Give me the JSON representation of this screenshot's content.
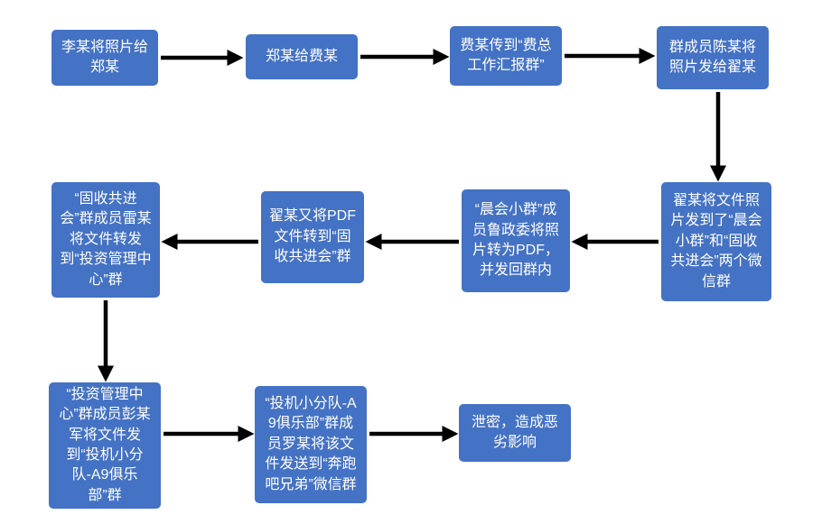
{
  "diagram": {
    "type": "flowchart",
    "background": "#ffffff",
    "node_fill": "#4472C4",
    "node_text_color": "#ffffff",
    "arrow_color": "#000000",
    "nodes": [
      {
        "id": "n1",
        "label": "李某将照片给郑某"
      },
      {
        "id": "n2",
        "label": "郑某给费某"
      },
      {
        "id": "n3",
        "label": "费某传到“费总工作汇报群”"
      },
      {
        "id": "n4",
        "label": "群成员陈某将照片发给翟某"
      },
      {
        "id": "n5",
        "label": "翟某将文件照片发到了“晨会小群”和“固收共进会”两个微信群"
      },
      {
        "id": "n6",
        "label": "“晨会小群”成员鲁政委将照片转为PDF，并发回群内"
      },
      {
        "id": "n7",
        "label": "翟某又将PDF文件转到“固收共进会”群"
      },
      {
        "id": "n8",
        "label": "“固收共进会”群成员雷某将文件转发到“投资管理中心”群"
      },
      {
        "id": "n9",
        "label": "“投资管理中心”群成员彭某军将文件发到“投机小分队-A9俱乐部”群"
      },
      {
        "id": "n10",
        "label": "“投机小分队-A9俱乐部”群成员罗某将该文件发送到“奔跑吧兄弟”微信群"
      },
      {
        "id": "n11",
        "label": "泄密，造成恶劣影响"
      }
    ],
    "edges": [
      {
        "from": "n1",
        "to": "n2",
        "direction": "right"
      },
      {
        "from": "n2",
        "to": "n3",
        "direction": "right"
      },
      {
        "from": "n3",
        "to": "n4",
        "direction": "right"
      },
      {
        "from": "n4",
        "to": "n5",
        "direction": "down"
      },
      {
        "from": "n5",
        "to": "n6",
        "direction": "left"
      },
      {
        "from": "n6",
        "to": "n7",
        "direction": "left"
      },
      {
        "from": "n7",
        "to": "n8",
        "direction": "left"
      },
      {
        "from": "n8",
        "to": "n9",
        "direction": "down"
      },
      {
        "from": "n9",
        "to": "n10",
        "direction": "right"
      },
      {
        "from": "n10",
        "to": "n11",
        "direction": "right"
      }
    ]
  }
}
